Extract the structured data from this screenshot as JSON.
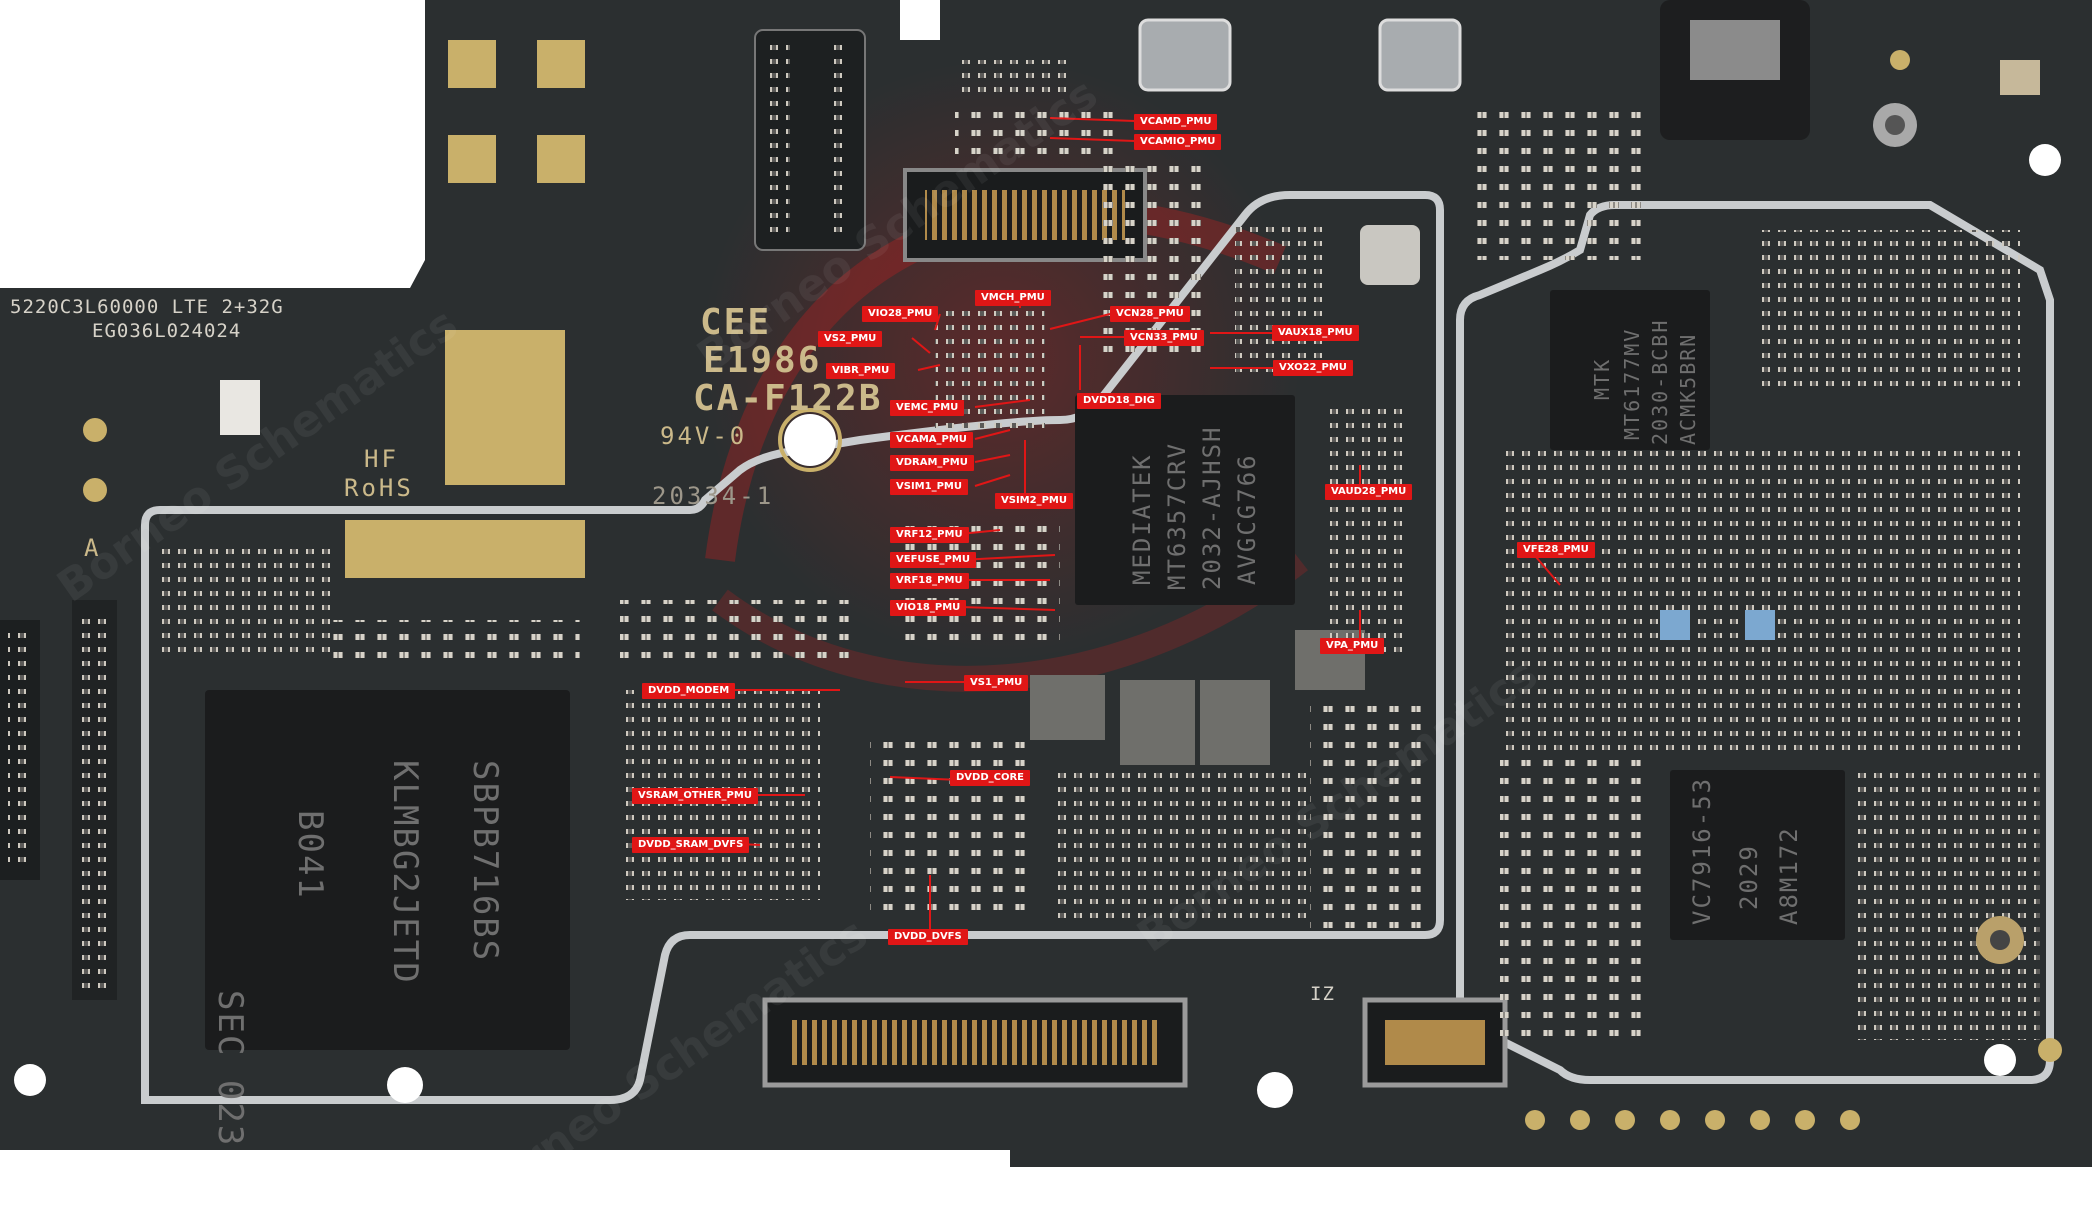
{
  "board": {
    "colors": {
      "pcb": "#2b2f30",
      "pcb_dark": "#202425",
      "shield": "#c9ccce",
      "gold": "#c9b06a",
      "chip": "#1b1c1d",
      "label": "#e01616",
      "label_text": "#ffffff"
    },
    "silkscreen": {
      "model_line1": "5220C3L60000 LTE 2+32G",
      "model_line2": "EG036L024024",
      "cee": "CEE",
      "code1": "E1986",
      "code2": "CA-F122B",
      "rating": "94V-0",
      "hf": "HF",
      "rohs": "RoHS",
      "date": "20334-1",
      "marker_a": "A",
      "marker_iz": "IZ"
    },
    "chips": {
      "pmic": {
        "line1": "MEDIATEK",
        "line2": "MT6357CRV",
        "line3": "2032-AJHSH",
        "line4": "AVGCG766"
      },
      "memory": {
        "line1": "SEC 023",
        "line2": "B041",
        "line3": "KLMBG2JETD",
        "line4": "SBPB716BS"
      },
      "rf_transceiver": {
        "line1": "MTK",
        "line2": "MT6177MV",
        "line3": "2030-BCBH",
        "line4": "ACMK5BRN"
      },
      "power_amp": {
        "line1": "VC7916-53",
        "line2": "2029",
        "line3": "A8M172"
      }
    },
    "labels": [
      {
        "id": "vcamd",
        "text": "VCAMD_PMU"
      },
      {
        "id": "vcamio",
        "text": "VCAMIO_PMU"
      },
      {
        "id": "vmch",
        "text": "VMCH_PMU"
      },
      {
        "id": "vio28",
        "text": "VIO28_PMU"
      },
      {
        "id": "vcn28",
        "text": "VCN28_PMU"
      },
      {
        "id": "vs2",
        "text": "VS2_PMU"
      },
      {
        "id": "vcn33",
        "text": "VCN33_PMU"
      },
      {
        "id": "vaux18",
        "text": "VAUX18_PMU"
      },
      {
        "id": "vibr",
        "text": "VIBR_PMU"
      },
      {
        "id": "vxo22",
        "text": "VXO22_PMU"
      },
      {
        "id": "dvdd18",
        "text": "DVDD18_DIG"
      },
      {
        "id": "vemc",
        "text": "VEMC_PMU"
      },
      {
        "id": "vcama",
        "text": "VCAMA_PMU"
      },
      {
        "id": "vdram",
        "text": "VDRAM_PMU"
      },
      {
        "id": "vsim1",
        "text": "VSIM1_PMU"
      },
      {
        "id": "vsim2",
        "text": "VSIM2_PMU"
      },
      {
        "id": "vaud28",
        "text": "VAUD28_PMU"
      },
      {
        "id": "vrf12",
        "text": "VRF12_PMU"
      },
      {
        "id": "vfe28",
        "text": "VFE28_PMU"
      },
      {
        "id": "vefuse",
        "text": "VEFUSE_PMU"
      },
      {
        "id": "vrf18",
        "text": "VRF18_PMU"
      },
      {
        "id": "vio18",
        "text": "VIO18_PMU"
      },
      {
        "id": "vpa",
        "text": "VPA_PMU"
      },
      {
        "id": "dvdd_modem",
        "text": "DVDD_MODEM"
      },
      {
        "id": "vs1",
        "text": "VS1_PMU"
      },
      {
        "id": "dvdd_core",
        "text": "DVDD_CORE"
      },
      {
        "id": "vsram_other",
        "text": "VSRAM_OTHER_PMU"
      },
      {
        "id": "dvdd_sram_dvfs",
        "text": "DVDD_SRAM_DVFS"
      },
      {
        "id": "dvdd_dvfs",
        "text": "DVDD_DVFS"
      }
    ],
    "watermark": "Borneo Schematics"
  }
}
